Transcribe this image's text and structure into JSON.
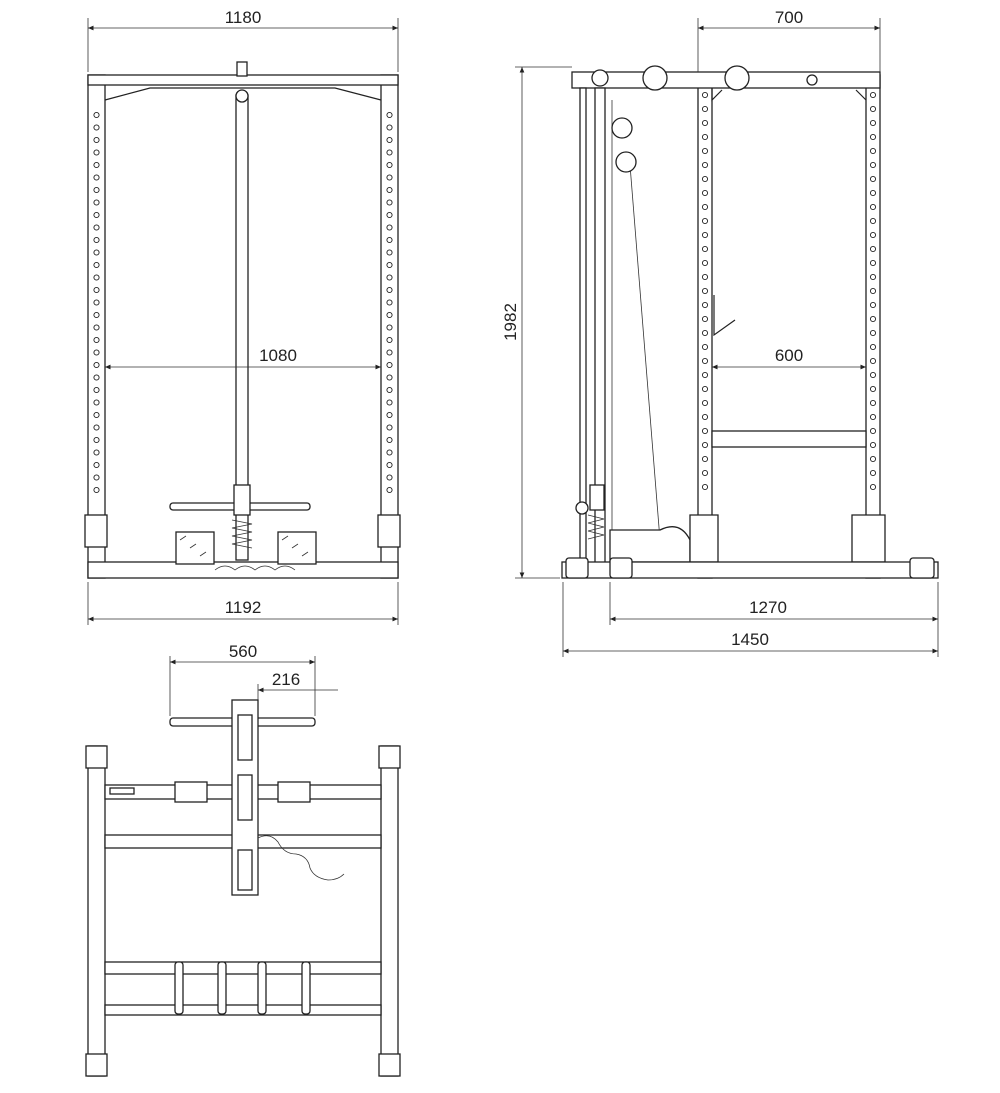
{
  "title": "Power rack with lat pulldown – dimension drawing",
  "front_view": {
    "width_top": "1180",
    "inner_width": "1080",
    "base_width": "1192"
  },
  "side_view": {
    "top_depth": "700",
    "height": "1982",
    "inner_depth": "600",
    "frame_depth": "1270",
    "total_depth": "1450"
  },
  "top_view": {
    "handle_length": "560",
    "handle_offset": "216"
  },
  "colors": {
    "line": "#222222",
    "background": "#ffffff"
  }
}
